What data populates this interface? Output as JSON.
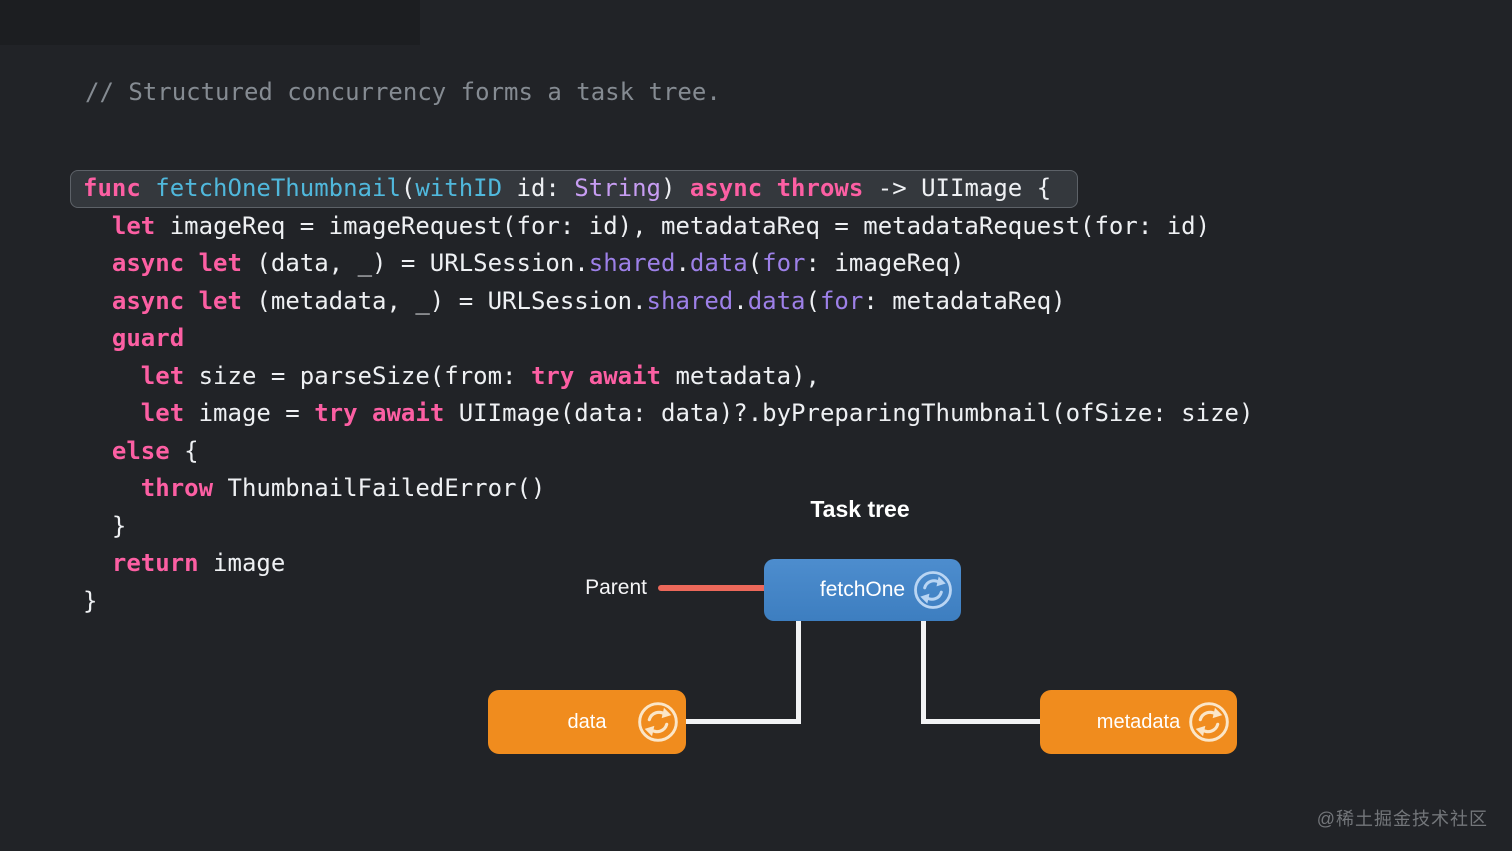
{
  "page": {
    "background_color": "#212327",
    "watermark": "@稀土掘金技术社区"
  },
  "comment": "// Structured concurrency forms a task tree.",
  "code": {
    "token_colors": {
      "keyword_pink": "#fc5fa3",
      "function_cyan": "#50b8dc",
      "type_purple": "#c79df2",
      "member_purple": "#9d80e8",
      "plain_white": "#eef0f3",
      "comment_gray": "#858b92"
    },
    "highlight_box_color": "#34383d",
    "lines": [
      {
        "highlight": true,
        "tokens": [
          [
            "kw",
            "func"
          ],
          [
            "pl",
            " "
          ],
          [
            "fn",
            "fetchOneThumbnail"
          ],
          [
            "pl",
            "("
          ],
          [
            "fn",
            "withID"
          ],
          [
            "pl",
            " id: "
          ],
          [
            "ty",
            "String"
          ],
          [
            "pl",
            ") "
          ],
          [
            "kw",
            "async"
          ],
          [
            "pl",
            " "
          ],
          [
            "kw",
            "throws"
          ],
          [
            "pl",
            " -> UIImage {"
          ]
        ]
      },
      {
        "tokens": [
          [
            "pl",
            "  "
          ],
          [
            "kw",
            "let"
          ],
          [
            "pl",
            " imageReq = imageRequest(for: id), metadataReq = metadataRequest(for: id)"
          ]
        ]
      },
      {
        "tokens": [
          [
            "pl",
            "  "
          ],
          [
            "kw",
            "async"
          ],
          [
            "pl",
            " "
          ],
          [
            "kw",
            "let"
          ],
          [
            "pl",
            " (data, _) = URLSession."
          ],
          [
            "mb",
            "shared"
          ],
          [
            "pl",
            "."
          ],
          [
            "mb",
            "data"
          ],
          [
            "pl",
            "("
          ],
          [
            "mb",
            "for"
          ],
          [
            "pl",
            ": imageReq)"
          ]
        ]
      },
      {
        "tokens": [
          [
            "pl",
            "  "
          ],
          [
            "kw",
            "async"
          ],
          [
            "pl",
            " "
          ],
          [
            "kw",
            "let"
          ],
          [
            "pl",
            " (metadata, _) = URLSession."
          ],
          [
            "mb",
            "shared"
          ],
          [
            "pl",
            "."
          ],
          [
            "mb",
            "data"
          ],
          [
            "pl",
            "("
          ],
          [
            "mb",
            "for"
          ],
          [
            "pl",
            ": metadataReq)"
          ]
        ]
      },
      {
        "tokens": [
          [
            "pl",
            "  "
          ],
          [
            "kw",
            "guard"
          ]
        ]
      },
      {
        "tokens": [
          [
            "pl",
            "    "
          ],
          [
            "kw",
            "let"
          ],
          [
            "pl",
            " size = parseSize(from: "
          ],
          [
            "kw",
            "try"
          ],
          [
            "pl",
            " "
          ],
          [
            "kw",
            "await"
          ],
          [
            "pl",
            " metadata),"
          ]
        ]
      },
      {
        "tokens": [
          [
            "pl",
            "    "
          ],
          [
            "kw",
            "let"
          ],
          [
            "pl",
            " image = "
          ],
          [
            "kw",
            "try"
          ],
          [
            "pl",
            " "
          ],
          [
            "kw",
            "await"
          ],
          [
            "pl",
            " UIImage(data: data)?.byPreparingThumbnail(ofSize: size)"
          ]
        ]
      },
      {
        "tokens": [
          [
            "pl",
            "  "
          ],
          [
            "kw",
            "else"
          ],
          [
            "pl",
            " {"
          ]
        ]
      },
      {
        "tokens": [
          [
            "pl",
            "    "
          ],
          [
            "kw",
            "throw"
          ],
          [
            "pl",
            " ThumbnailFailedError()"
          ]
        ]
      },
      {
        "tokens": [
          [
            "pl",
            "  }"
          ]
        ]
      },
      {
        "tokens": [
          [
            "pl",
            "  "
          ],
          [
            "kw",
            "return"
          ],
          [
            "pl",
            " image"
          ]
        ]
      },
      {
        "tokens": [
          [
            "pl",
            "}"
          ]
        ]
      }
    ]
  },
  "diagram": {
    "title": "Task tree",
    "parent_label": "Parent",
    "nodes": {
      "root": {
        "label": "fetchOne",
        "color": "#4485c7",
        "icon": "sync-icon"
      },
      "left_child": {
        "label": "data",
        "color": "#f08c1e",
        "icon": "sync-icon"
      },
      "right_child": {
        "label": "metadata",
        "color": "#f08c1e",
        "icon": "sync-icon"
      }
    },
    "pointer_line_color": "#ec685a",
    "connector_color": "#f2f3f4"
  }
}
